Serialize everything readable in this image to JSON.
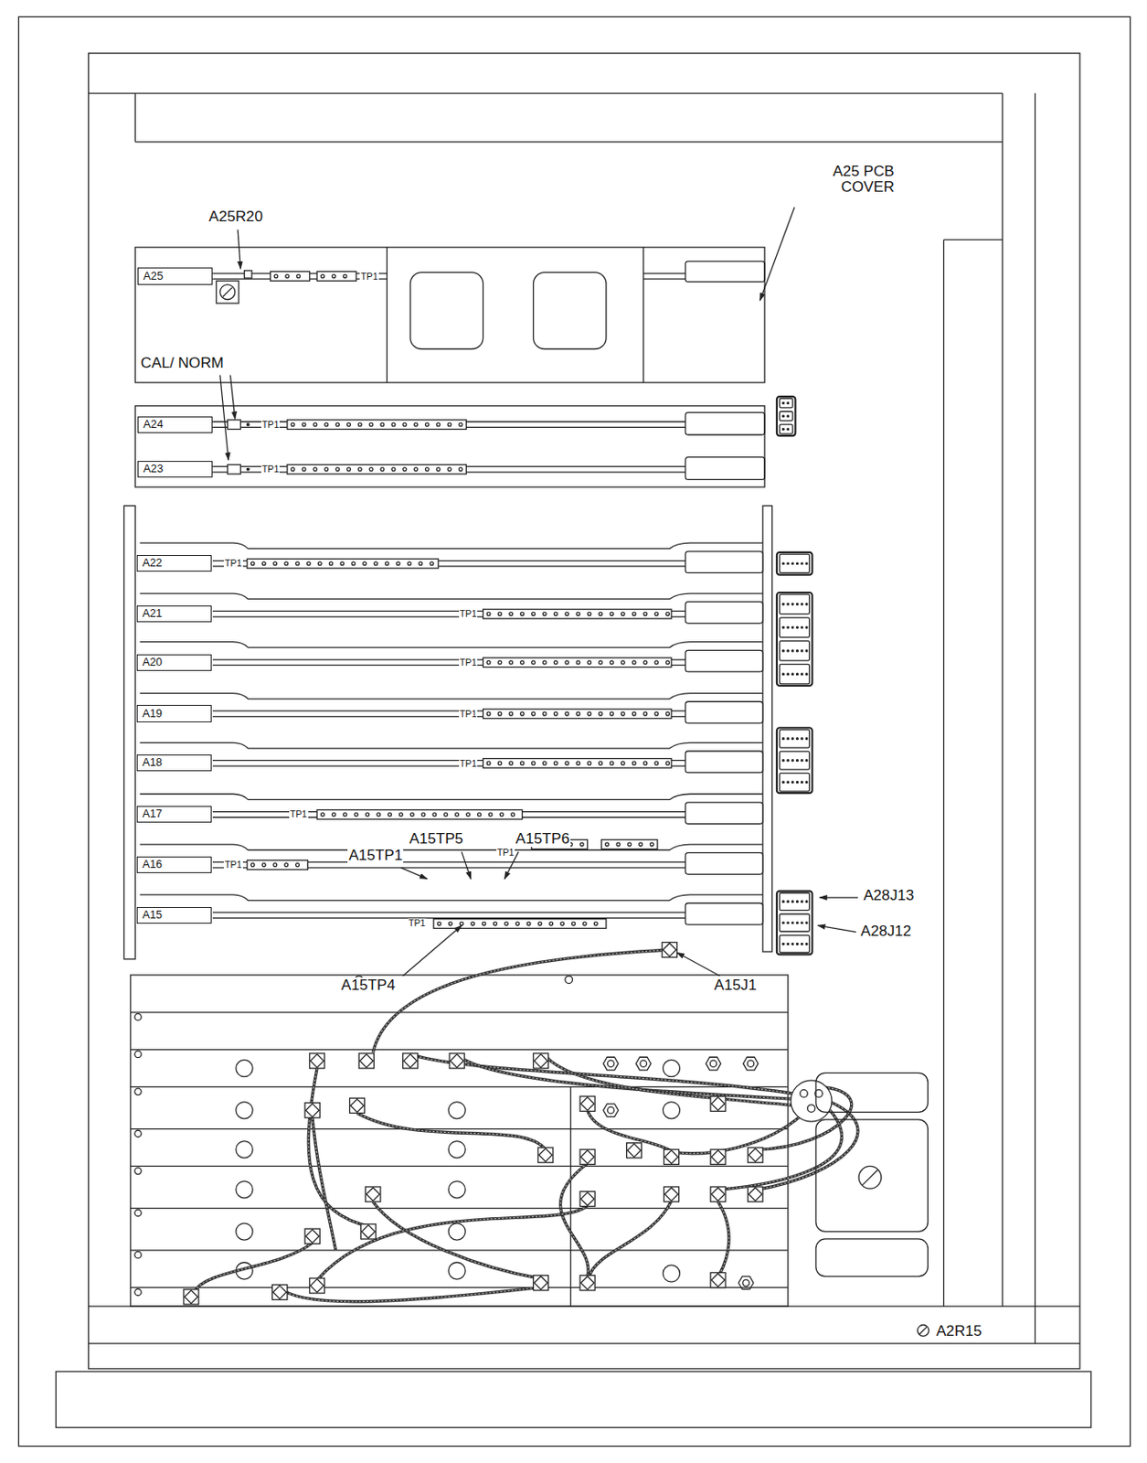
{
  "diagram": {
    "nodes": [
      {
        "text": [
          "A25"
        ]
      },
      {
        "text": [
          "A24"
        ]
      },
      {
        "text": [
          "A23"
        ]
      },
      {
        "text": [
          "A22"
        ]
      },
      {
        "text": [
          "A21"
        ]
      },
      {
        "text": [
          "A20"
        ]
      },
      {
        "text": [
          "A19"
        ]
      },
      {
        "text": [
          "A18"
        ]
      },
      {
        "text": [
          "A17"
        ]
      },
      {
        "text": [
          "A16"
        ]
      },
      {
        "text": [
          "A15"
        ]
      }
    ],
    "labels": [
      "A25R20",
      "A25 PCB COVER",
      "TP1",
      "CAL/ NORM",
      "TP1",
      "TP1",
      "TP1",
      "TP1",
      "TP1",
      "TP1",
      "TP1",
      "TP1",
      "TP1",
      "A15TP5",
      "A15TP6",
      "TP1",
      "A15TP1",
      "TP1",
      "A15TP4",
      "A15J1",
      "A28J13",
      "A28J12",
      "A2R15"
    ]
  }
}
